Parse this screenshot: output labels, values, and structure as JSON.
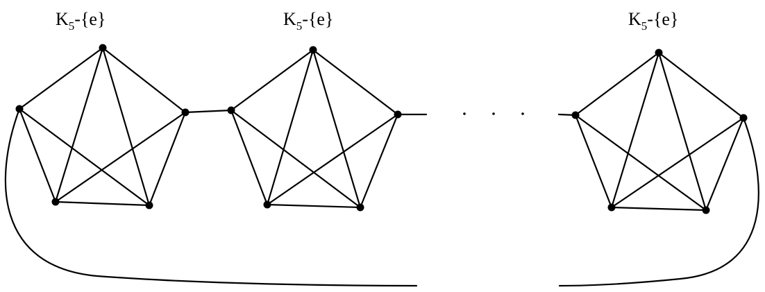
{
  "labels": [
    {
      "main": "K",
      "sub": "5",
      "rest": "-{e}"
    },
    {
      "main": "K",
      "sub": "5",
      "rest": "-{e}"
    },
    {
      "main": "K",
      "sub": "5",
      "rest": "-{e}"
    }
  ],
  "graph": {
    "copies": 3,
    "vertices_per_copy": 5,
    "missing_edge": "bottom-left to bottom-right of each copy is present; top-to-side edges form K5 minus one edge",
    "ellipsis_dots": 3
  }
}
